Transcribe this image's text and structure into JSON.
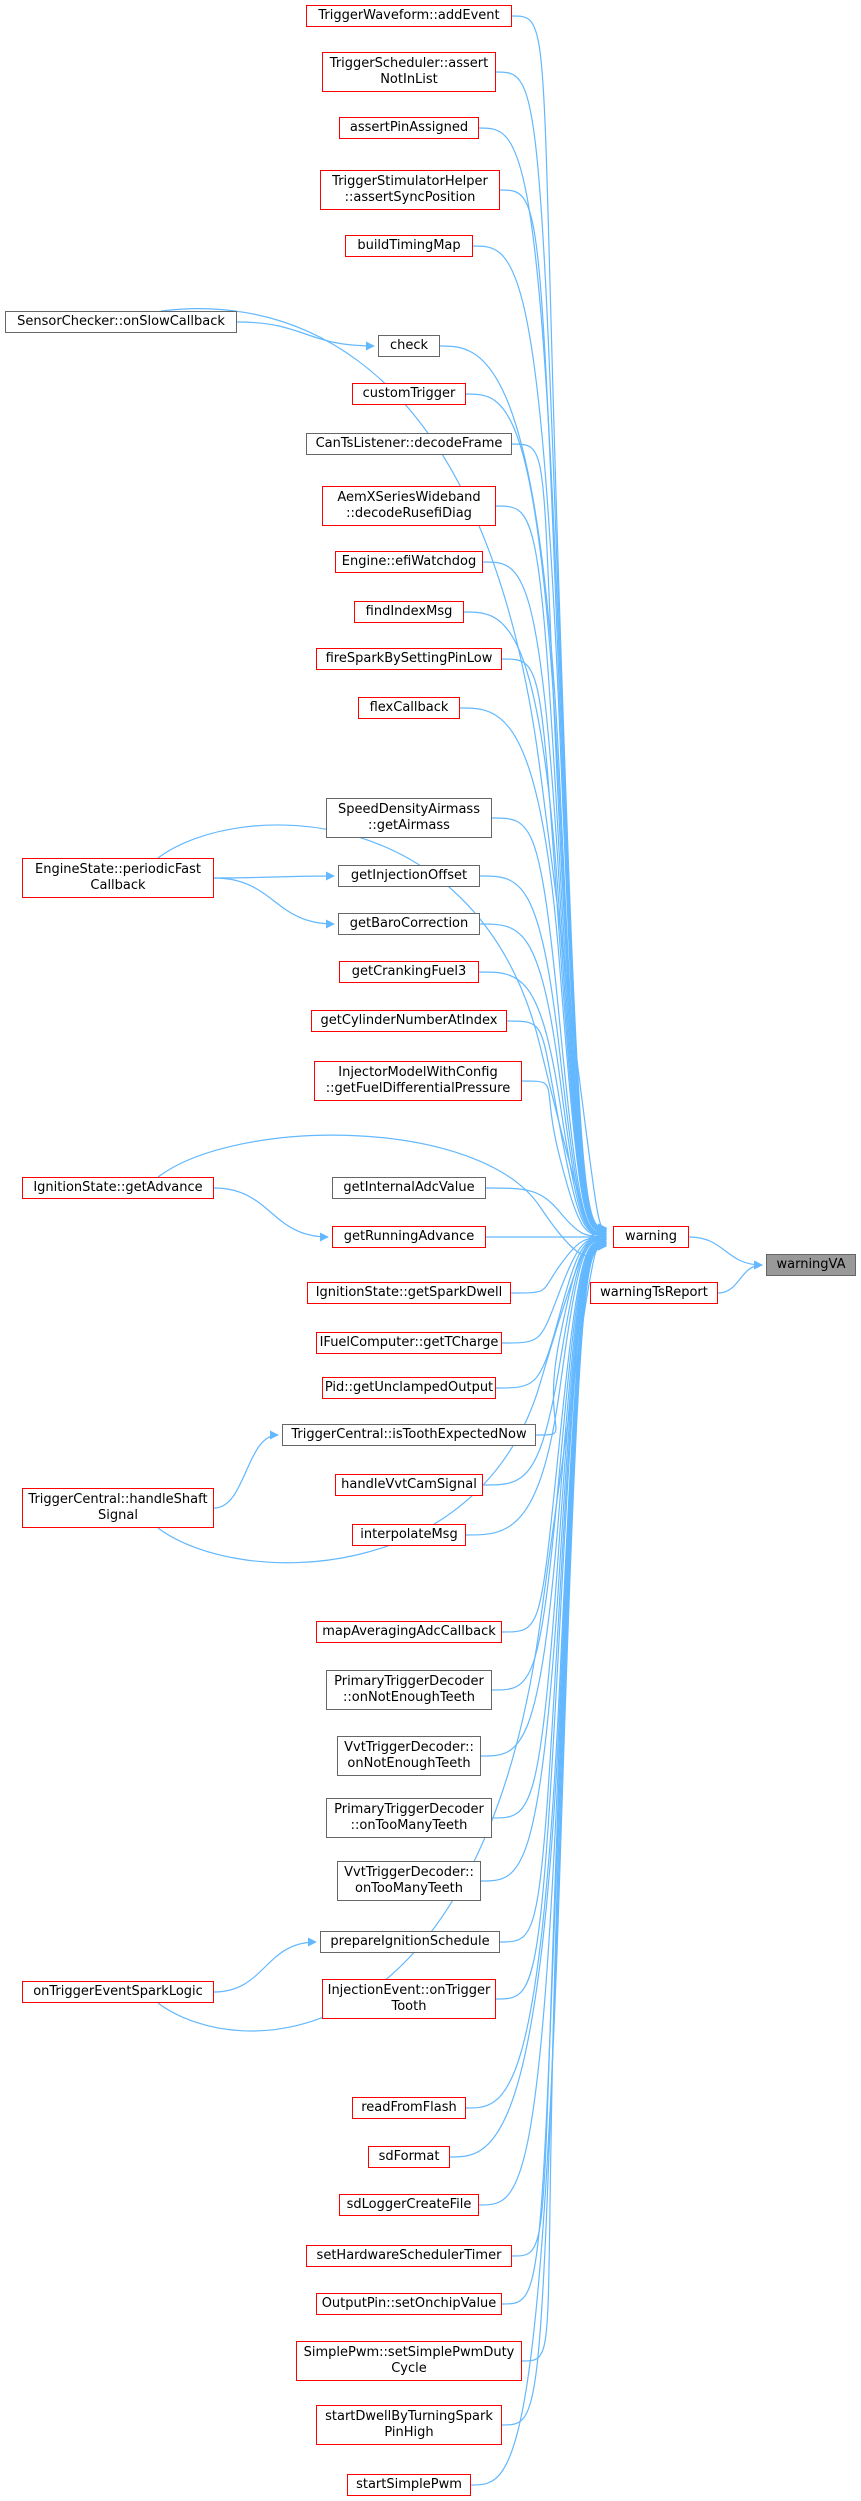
{
  "colors": {
    "edge": "#63b8ff",
    "border_red": "#ff0000",
    "border_grey": "#666666",
    "focus_fill": "#999999"
  },
  "nodes": [
    {
      "id": "addEvent",
      "label": "TriggerWaveform::addEvent",
      "type": "red"
    },
    {
      "id": "assertNotInList",
      "label": "TriggerScheduler::assert\nNotInList",
      "type": "red"
    },
    {
      "id": "assertPinAssigned",
      "label": "assertPinAssigned",
      "type": "red"
    },
    {
      "id": "assertSyncPosition",
      "label": "TriggerStimulatorHelper\n::assertSyncPosition",
      "type": "red"
    },
    {
      "id": "buildTimingMap",
      "label": "buildTimingMap",
      "type": "red"
    },
    {
      "id": "onSlowCallback",
      "label": "SensorChecker::onSlowCallback",
      "type": "grey"
    },
    {
      "id": "check",
      "label": "check",
      "type": "grey"
    },
    {
      "id": "customTrigger",
      "label": "customTrigger",
      "type": "red"
    },
    {
      "id": "decodeFrame",
      "label": "CanTsListener::decodeFrame",
      "type": "grey"
    },
    {
      "id": "decodeRusefiDiag",
      "label": "AemXSeriesWideband\n::decodeRusefiDiag",
      "type": "red"
    },
    {
      "id": "efiWatchdog",
      "label": "Engine::efiWatchdog",
      "type": "red"
    },
    {
      "id": "findIndexMsg",
      "label": "findIndexMsg",
      "type": "red"
    },
    {
      "id": "fireSpark",
      "label": "fireSparkBySettingPinLow",
      "type": "red"
    },
    {
      "id": "flexCallback",
      "label": "flexCallback",
      "type": "red"
    },
    {
      "id": "getAirmass",
      "label": "SpeedDensityAirmass\n::getAirmass",
      "type": "grey"
    },
    {
      "id": "periodicFast",
      "label": "EngineState::periodicFast\nCallback",
      "type": "red"
    },
    {
      "id": "getInjectionOffset",
      "label": "getInjectionOffset",
      "type": "grey"
    },
    {
      "id": "getBaroCorrection",
      "label": "getBaroCorrection",
      "type": "grey"
    },
    {
      "id": "getCrankingFuel3",
      "label": "getCrankingFuel3",
      "type": "red"
    },
    {
      "id": "getCylinderNumberAtIndex",
      "label": "getCylinderNumberAtIndex",
      "type": "red"
    },
    {
      "id": "getFuelDiffPressure",
      "label": "InjectorModelWithConfig\n::getFuelDifferentialPressure",
      "type": "red"
    },
    {
      "id": "getAdvance",
      "label": "IgnitionState::getAdvance",
      "type": "red"
    },
    {
      "id": "getInternalAdcValue",
      "label": "getInternalAdcValue",
      "type": "grey"
    },
    {
      "id": "getRunningAdvance",
      "label": "getRunningAdvance",
      "type": "red"
    },
    {
      "id": "warning",
      "label": "warning",
      "type": "red"
    },
    {
      "id": "warningVA",
      "label": "warningVA",
      "type": "focus"
    },
    {
      "id": "warningTsReport",
      "label": "warningTsReport",
      "type": "red"
    },
    {
      "id": "getSparkDwell",
      "label": "IgnitionState::getSparkDwell",
      "type": "red"
    },
    {
      "id": "getTCharge",
      "label": "IFuelComputer::getTCharge",
      "type": "red"
    },
    {
      "id": "getUnclampedOutput",
      "label": "Pid::getUnclampedOutput",
      "type": "red"
    },
    {
      "id": "isToothExpectedNow",
      "label": "TriggerCentral::isToothExpectedNow",
      "type": "grey"
    },
    {
      "id": "handleShaftSignal",
      "label": "TriggerCentral::handleShaft\nSignal",
      "type": "red"
    },
    {
      "id": "handleVvtCamSignal",
      "label": "handleVvtCamSignal",
      "type": "red"
    },
    {
      "id": "interpolateMsg",
      "label": "interpolateMsg",
      "type": "red"
    },
    {
      "id": "mapAveragingAdcCallback",
      "label": "mapAveragingAdcCallback",
      "type": "red"
    },
    {
      "id": "ptdNotEnough",
      "label": "PrimaryTriggerDecoder\n::onNotEnoughTeeth",
      "type": "grey"
    },
    {
      "id": "vvtNotEnough",
      "label": "VvtTriggerDecoder::\nonNotEnoughTeeth",
      "type": "grey"
    },
    {
      "id": "ptdTooMany",
      "label": "PrimaryTriggerDecoder\n::onTooManyTeeth",
      "type": "grey"
    },
    {
      "id": "vvtTooMany",
      "label": "VvtTriggerDecoder::\nonTooManyTeeth",
      "type": "grey"
    },
    {
      "id": "prepareIgnitionSchedule",
      "label": "prepareIgnitionSchedule",
      "type": "grey"
    },
    {
      "id": "onTriggerEventSparkLogic",
      "label": "onTriggerEventSparkLogic",
      "type": "red"
    },
    {
      "id": "onTriggerTooth",
      "label": "InjectionEvent::onTrigger\nTooth",
      "type": "red"
    },
    {
      "id": "readFromFlash",
      "label": "readFromFlash",
      "type": "red"
    },
    {
      "id": "sdFormat",
      "label": "sdFormat",
      "type": "red"
    },
    {
      "id": "sdLoggerCreateFile",
      "label": "sdLoggerCreateFile",
      "type": "red"
    },
    {
      "id": "setHardwareSchedulerTimer",
      "label": "setHardwareSchedulerTimer",
      "type": "red"
    },
    {
      "id": "setOnchipValue",
      "label": "OutputPin::setOnchipValue",
      "type": "red"
    },
    {
      "id": "setSimplePwmDutyCycle",
      "label": "SimplePwm::setSimplePwmDuty\nCycle",
      "type": "red"
    },
    {
      "id": "startDwell",
      "label": "startDwellByTurningSpark\nPinHigh",
      "type": "red"
    },
    {
      "id": "startSimplePwm",
      "label": "startSimplePwm",
      "type": "red"
    }
  ],
  "edges": [
    [
      "warning",
      "warningVA"
    ],
    [
      "warningTsReport",
      "warningVA"
    ],
    [
      "addEvent",
      "warning"
    ],
    [
      "assertNotInList",
      "warning"
    ],
    [
      "assertPinAssigned",
      "warning"
    ],
    [
      "assertSyncPosition",
      "warning"
    ],
    [
      "buildTimingMap",
      "warning"
    ],
    [
      "onSlowCallback",
      "warning"
    ],
    [
      "check",
      "warning"
    ],
    [
      "onSlowCallback",
      "check"
    ],
    [
      "customTrigger",
      "warning"
    ],
    [
      "decodeFrame",
      "warning"
    ],
    [
      "decodeRusefiDiag",
      "warning"
    ],
    [
      "efiWatchdog",
      "warning"
    ],
    [
      "findIndexMsg",
      "warning"
    ],
    [
      "fireSpark",
      "warning"
    ],
    [
      "flexCallback",
      "warning"
    ],
    [
      "periodicFast",
      "warning"
    ],
    [
      "getAirmass",
      "warning"
    ],
    [
      "getInjectionOffset",
      "warning"
    ],
    [
      "periodicFast",
      "getInjectionOffset"
    ],
    [
      "getBaroCorrection",
      "warning"
    ],
    [
      "periodicFast",
      "getBaroCorrection"
    ],
    [
      "getCrankingFuel3",
      "warning"
    ],
    [
      "getCylinderNumberAtIndex",
      "warning"
    ],
    [
      "getFuelDiffPressure",
      "warning"
    ],
    [
      "getAdvance",
      "warning"
    ],
    [
      "getInternalAdcValue",
      "warning"
    ],
    [
      "getRunningAdvance",
      "warning"
    ],
    [
      "getAdvance",
      "getRunningAdvance"
    ],
    [
      "getSparkDwell",
      "warning"
    ],
    [
      "getTCharge",
      "warning"
    ],
    [
      "getUnclampedOutput",
      "warning"
    ],
    [
      "isToothExpectedNow",
      "warning"
    ],
    [
      "handleShaftSignal",
      "isToothExpectedNow"
    ],
    [
      "handleShaftSignal",
      "warning"
    ],
    [
      "handleVvtCamSignal",
      "warning"
    ],
    [
      "interpolateMsg",
      "warning"
    ],
    [
      "mapAveragingAdcCallback",
      "warning"
    ],
    [
      "ptdNotEnough",
      "warning"
    ],
    [
      "vvtNotEnough",
      "warning"
    ],
    [
      "ptdTooMany",
      "warning"
    ],
    [
      "vvtTooMany",
      "warning"
    ],
    [
      "prepareIgnitionSchedule",
      "warning"
    ],
    [
      "onTriggerEventSparkLogic",
      "prepareIgnitionSchedule"
    ],
    [
      "onTriggerEventSparkLogic",
      "warning"
    ],
    [
      "onTriggerTooth",
      "warning"
    ],
    [
      "readFromFlash",
      "warning"
    ],
    [
      "sdFormat",
      "warning"
    ],
    [
      "sdLoggerCreateFile",
      "warning"
    ],
    [
      "setHardwareSchedulerTimer",
      "warning"
    ],
    [
      "setOnchipValue",
      "warning"
    ],
    [
      "setSimplePwmDutyCycle",
      "warning"
    ],
    [
      "startDwell",
      "warning"
    ],
    [
      "startSimplePwm",
      "warning"
    ]
  ]
}
